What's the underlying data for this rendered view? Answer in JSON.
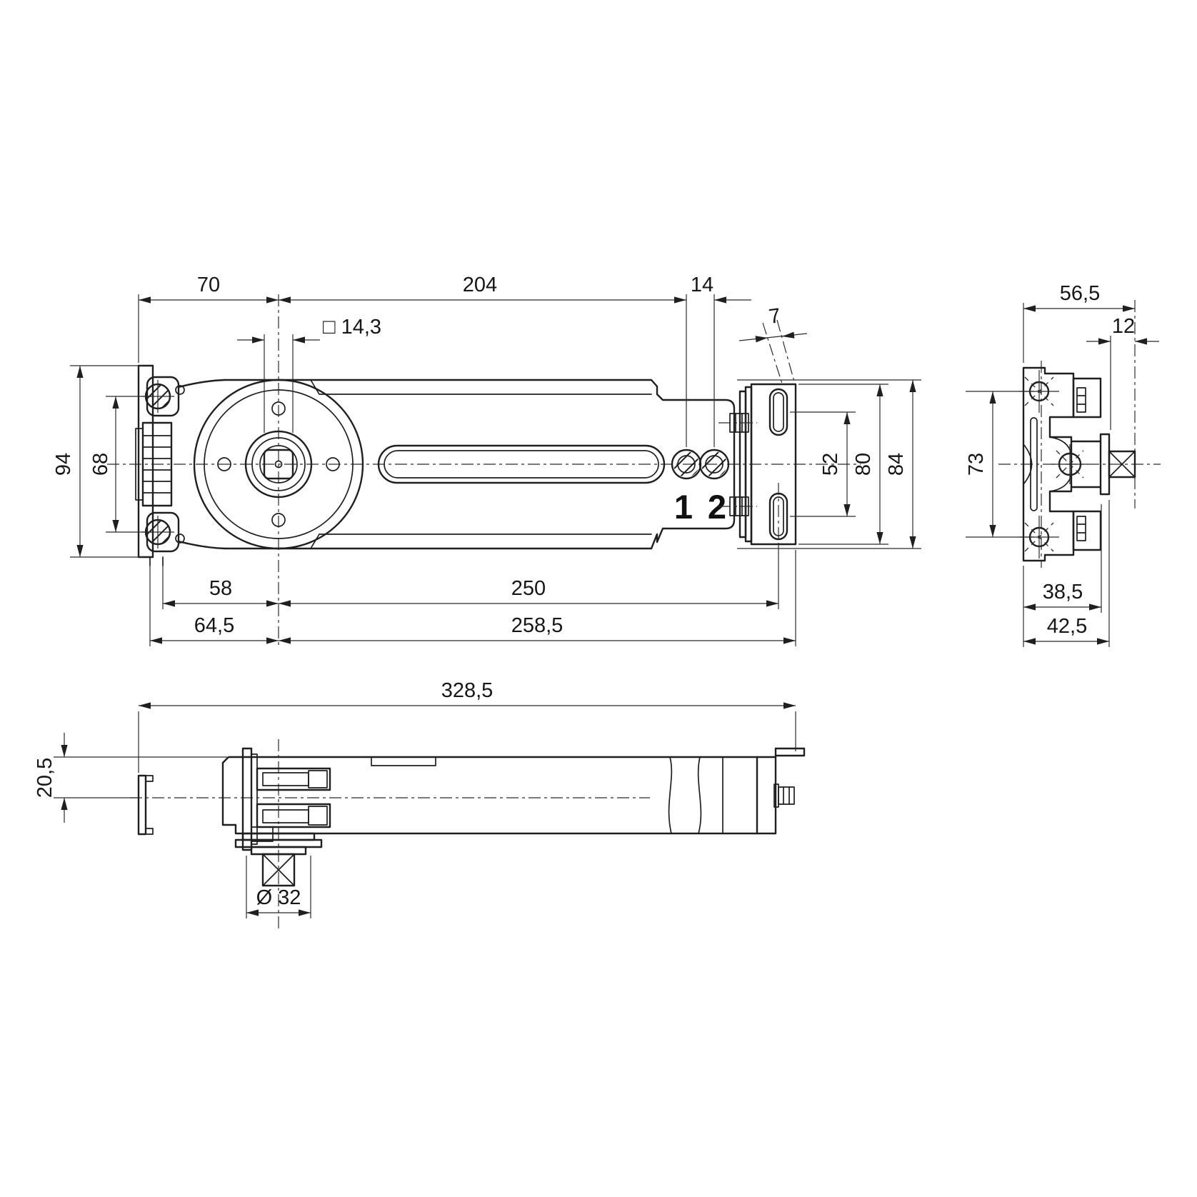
{
  "plan": {
    "d70": "70",
    "d204": "204",
    "d14": "14",
    "dsq14_3": "□ 14,3",
    "d7": "7",
    "d94": "94",
    "d68": "68",
    "d52": "52",
    "d80": "80",
    "d84": "84",
    "d58": "58",
    "d250": "250",
    "d64_5": "64,5",
    "d258_5": "258,5",
    "valve1": "1",
    "valve2": "2"
  },
  "side": {
    "d328_5": "328,5",
    "d20_5": "20,5",
    "d32": "Ø 32"
  },
  "end": {
    "d56_5": "56,5",
    "d12": "12",
    "d73": "73",
    "d38_5": "38,5",
    "d42_5": "42,5"
  },
  "colors": {
    "line": "#1f1f1f",
    "dim_line": "#2b2b2b",
    "text": "#161616",
    "background": "#ffffff"
  }
}
